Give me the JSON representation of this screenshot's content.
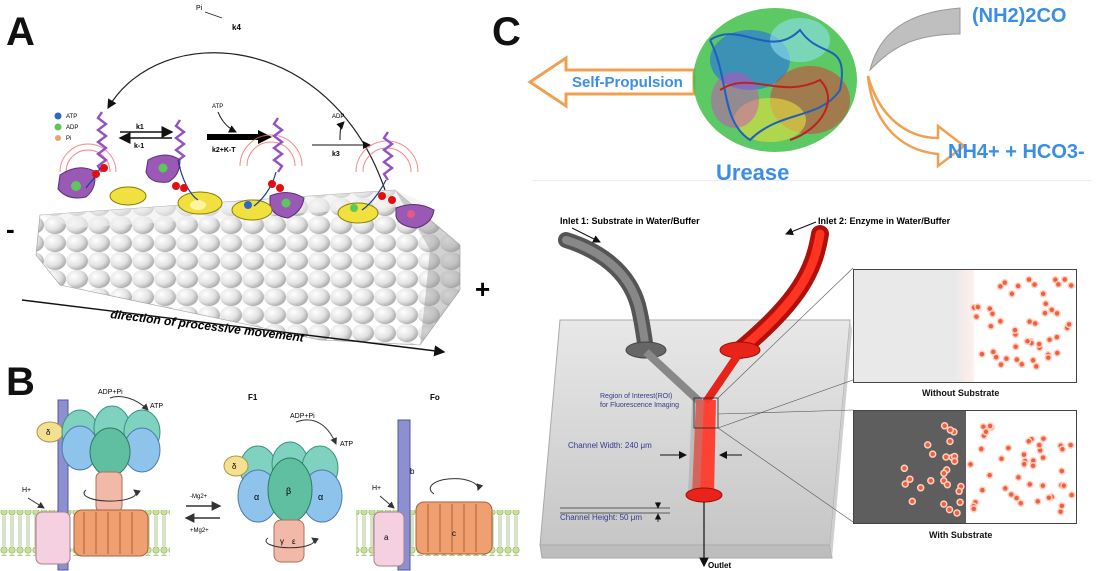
{
  "panels": {
    "a": {
      "letter": "A",
      "legend": [
        "ATP",
        "ADP",
        "Pi"
      ],
      "rates": {
        "k4": "k4",
        "k1": "k1",
        "k_1": "k-1",
        "k2": "k2+K-T",
        "k3": "k3"
      },
      "labels": {
        "pi_top": "Pi",
        "atp": "ATP",
        "adp": "ADP",
        "minus": "-",
        "plus": "+",
        "direction": "direction of processive movement"
      }
    },
    "b": {
      "letter": "B",
      "labels": {
        "adp_pi_left": "ADP+Pi",
        "atp_left": "ATP",
        "delta": "δ",
        "h_left": "H+",
        "f1": "F1",
        "fo": "Fo",
        "adp_pi_mid": "ADP+Pi",
        "atp_mid": "ATP",
        "alpha": "α",
        "beta": "β",
        "gamma": "γ",
        "epsilon": "ε",
        "minus_mg": "-Mg2+",
        "plus_mg": "+Mg2+",
        "h_right": "H+",
        "a": "a",
        "b": "b",
        "c": "c"
      }
    },
    "c": {
      "letter": "C",
      "labels": {
        "self_propulsion": "Self-Propulsion",
        "urea": "(NH2)2CO",
        "products": "NH4+ + HCO3-",
        "urease": "Urease",
        "inlet1": "Inlet 1: Substrate in Water/Buffer",
        "inlet2": "Inlet 2: Enzyme in Water/Buffer",
        "roi": "Region of Interest(ROI) for Fluorescence Imaging",
        "channel_width": "Channel Width: 240 μm",
        "channel_height": "Channel Height: 50 μm",
        "outlet": "Outlet",
        "without_substrate": "Without Substrate",
        "with_substrate": "With Substrate"
      }
    }
  },
  "colors": {
    "blue_label": "#3a8ee6",
    "orange_arrow": "#f0a050",
    "channel_red": "#e8231a",
    "channel_gray": "#666666",
    "tubulin": "#e6e6e6",
    "kinesin_purple": "#9b59b6",
    "kinesin_yellow": "#f0e040"
  }
}
